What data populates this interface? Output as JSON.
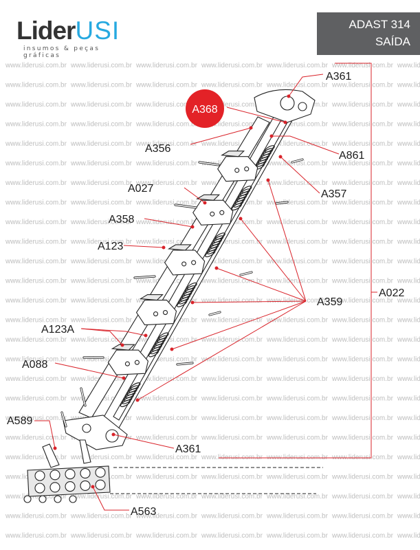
{
  "header": {
    "model": "ADAST 314",
    "section": "SAÍDA"
  },
  "logo": {
    "brand_part1": "Lider",
    "brand_part2": "USI",
    "tagline": "insumos & peças gráficas"
  },
  "watermark": "www.liderusi.com.br",
  "colors": {
    "accent": "#d9232a",
    "header_bg": "#5f6062",
    "logo_blue": "#27a9e0"
  },
  "part_labels": {
    "a361_top": "A361",
    "a368": "A368",
    "a356": "A356",
    "a861": "A861",
    "a027": "A027",
    "a357": "A357",
    "a358": "A358",
    "a123": "A123",
    "a359": "A359",
    "a022": "A022",
    "a123a": "A123A",
    "a088": "A088",
    "a589": "A589",
    "a361_bottom": "A361",
    "a563": "A563"
  }
}
